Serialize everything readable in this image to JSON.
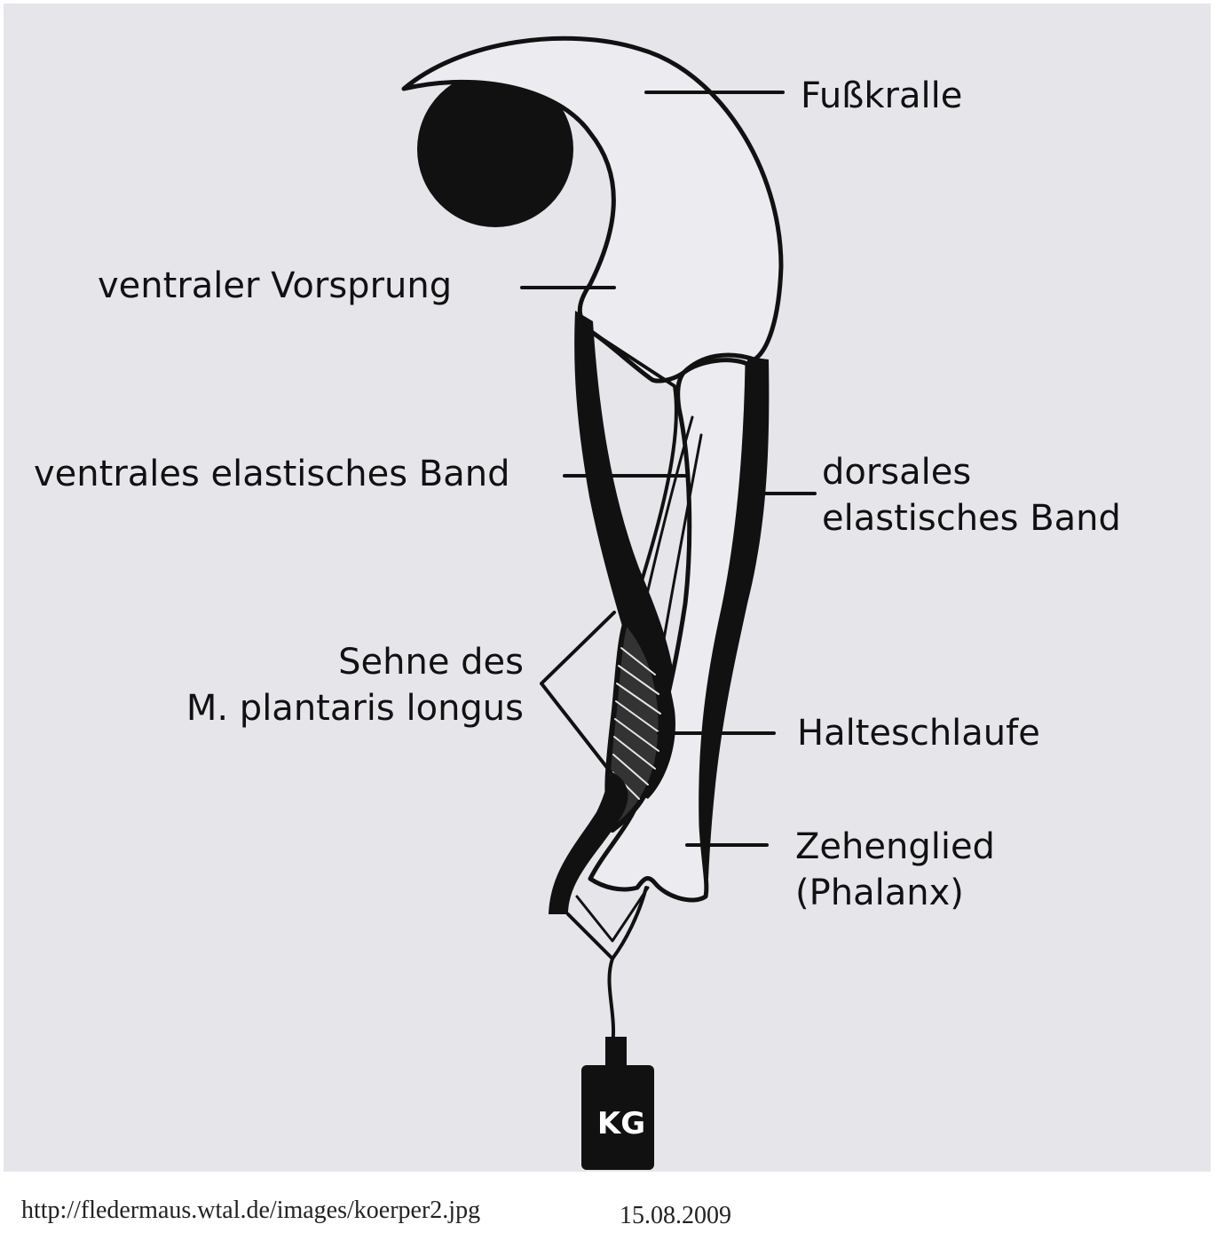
{
  "labels": {
    "fusskralle": "Fußkralle",
    "ventraler_vorsprung": "ventraler Vorsprung",
    "ventrales_band": "ventrales elastisches Band",
    "dorsales_band_line1": "dorsales",
    "dorsales_band_line2": "elastisches Band",
    "sehne_line1": "Sehne des",
    "sehne_line2": "M. plantaris longus",
    "halteschlaufe": "Halteschlaufe",
    "zehenglied_line1": "Zehenglied",
    "zehenglied_line2": "(Phalanx)"
  },
  "weight": {
    "label": "KG"
  },
  "footer": {
    "url": "http://fledermaus.wtal.de/images/koerper2.jpg",
    "date": "15.08.2009"
  },
  "colors": {
    "background": "#e6e5ea",
    "ink": "#111111",
    "page": "#ffffff"
  }
}
